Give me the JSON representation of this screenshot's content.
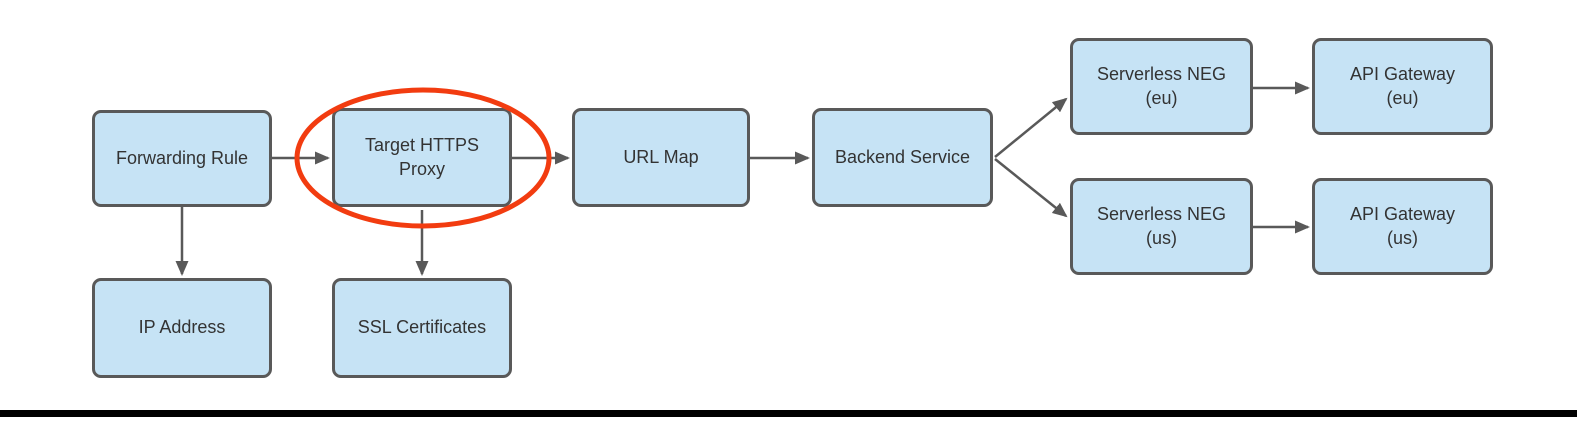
{
  "colors": {
    "background": "#ffffff",
    "node_fill": "#c6e3f5",
    "node_border": "#595959",
    "arrow": "#595959",
    "highlight_ellipse": "#f23c10",
    "text": "#333333",
    "bottom_bar": "#000000"
  },
  "nodes": [
    {
      "id": "forwarding-rule",
      "label": "Forwarding Rule",
      "lines": [
        "Forwarding Rule"
      ]
    },
    {
      "id": "target-https-proxy",
      "label": "Target HTTPS Proxy",
      "lines": [
        "Target HTTPS",
        "Proxy"
      ],
      "highlighted": true
    },
    {
      "id": "url-map",
      "label": "URL Map",
      "lines": [
        "URL Map"
      ]
    },
    {
      "id": "backend-service",
      "label": "Backend Service",
      "lines": [
        "Backend Service"
      ]
    },
    {
      "id": "serverless-neg-eu",
      "label": "Serverless NEG (eu)",
      "lines": [
        "Serverless NEG",
        "(eu)"
      ]
    },
    {
      "id": "api-gateway-eu",
      "label": "API Gateway (eu)",
      "lines": [
        "API Gateway",
        "(eu)"
      ]
    },
    {
      "id": "serverless-neg-us",
      "label": "Serverless NEG (us)",
      "lines": [
        "Serverless NEG",
        "(us)"
      ]
    },
    {
      "id": "api-gateway-us",
      "label": "API Gateway (us)",
      "lines": [
        "API Gateway",
        "(us)"
      ]
    },
    {
      "id": "ip-address",
      "label": "IP Address",
      "lines": [
        "IP Address"
      ]
    },
    {
      "id": "ssl-certificates",
      "label": "SSL Certificates",
      "lines": [
        "SSL Certificates"
      ]
    }
  ],
  "edges": [
    {
      "from": "forwarding-rule",
      "to": "target-https-proxy",
      "direction": "right"
    },
    {
      "from": "target-https-proxy",
      "to": "url-map",
      "direction": "right"
    },
    {
      "from": "url-map",
      "to": "backend-service",
      "direction": "right"
    },
    {
      "from": "backend-service",
      "to": "serverless-neg-eu",
      "direction": "up-right"
    },
    {
      "from": "backend-service",
      "to": "serverless-neg-us",
      "direction": "down-right"
    },
    {
      "from": "serverless-neg-eu",
      "to": "api-gateway-eu",
      "direction": "right"
    },
    {
      "from": "serverless-neg-us",
      "to": "api-gateway-us",
      "direction": "right"
    },
    {
      "from": "forwarding-rule",
      "to": "ip-address",
      "direction": "down"
    },
    {
      "from": "target-https-proxy",
      "to": "ssl-certificates",
      "direction": "down"
    }
  ],
  "annotations": [
    {
      "type": "ellipse-highlight",
      "around": "target-https-proxy"
    }
  ]
}
